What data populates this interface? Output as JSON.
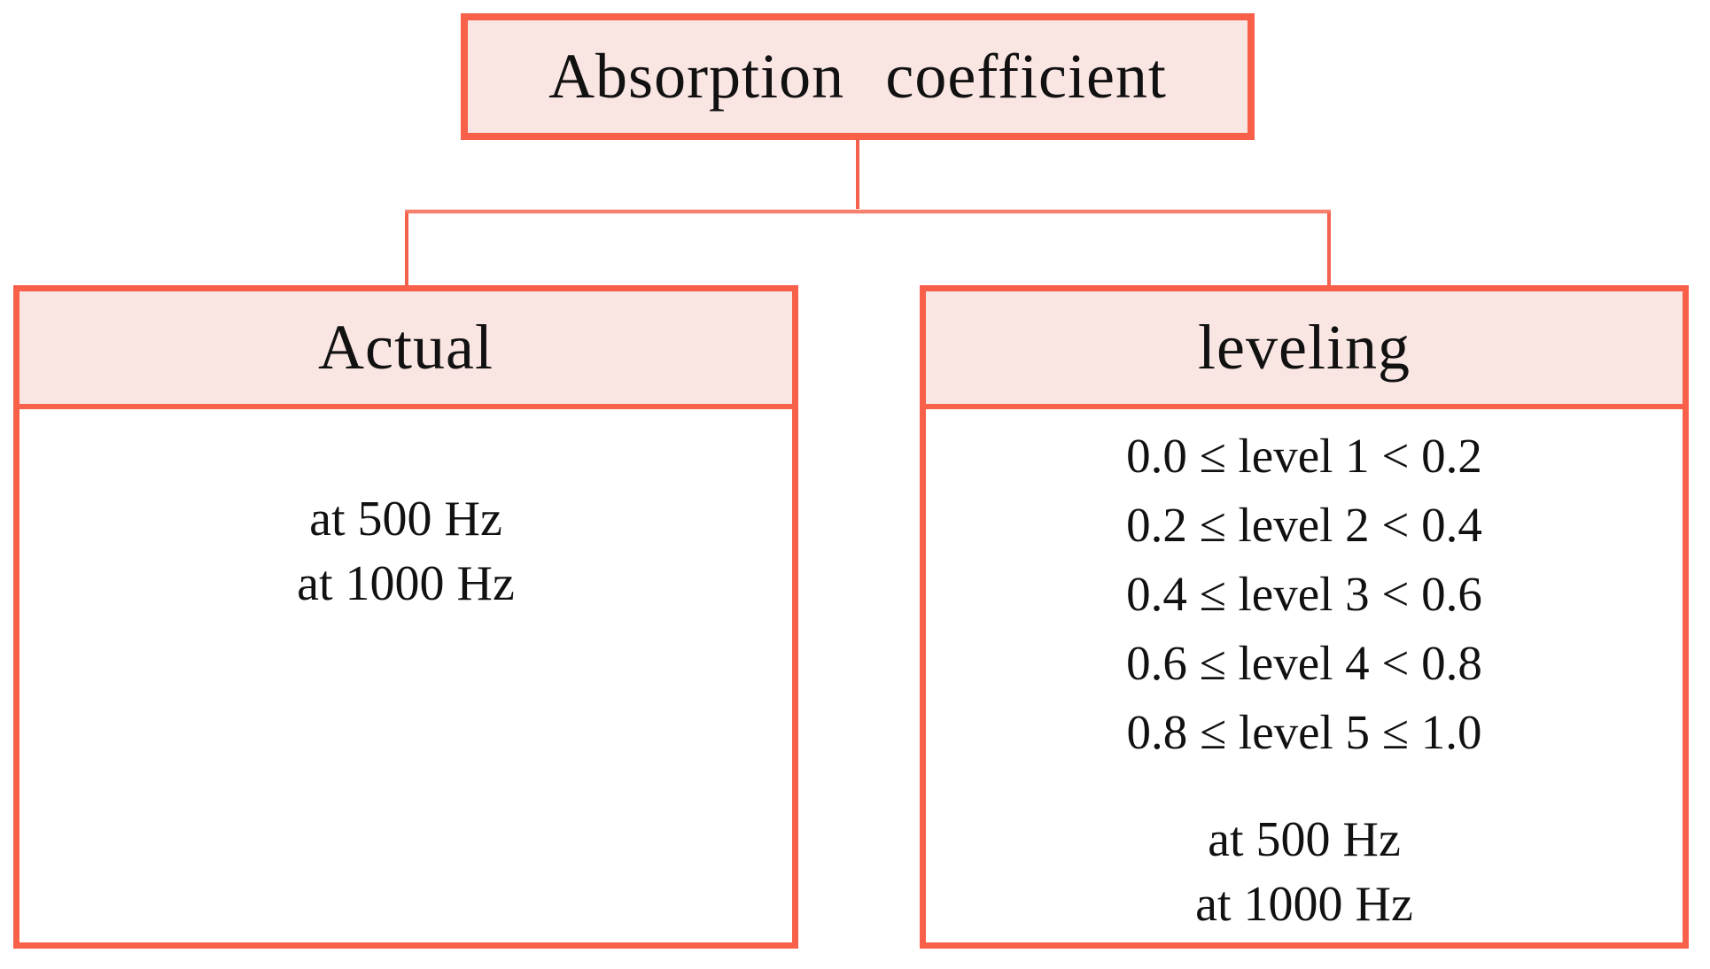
{
  "diagram": {
    "root": {
      "title": "Absorption coefficient"
    },
    "actual": {
      "label": "Actual",
      "frequencies": [
        "at 500 Hz",
        "at 1000 Hz"
      ]
    },
    "leveling": {
      "label": "leveling",
      "ranges": [
        "0.0 ≤ level 1 < 0.2",
        "0.2 ≤ level 2 < 0.4",
        "0.4 ≤ level 3 < 0.6",
        "0.6 ≤ level 4 < 0.8",
        "0.8 ≤ level 5 ≤ 1.0"
      ],
      "frequencies": [
        "at 500 Hz",
        "at 1000 Hz"
      ]
    },
    "colors": {
      "box_border": "#f9604a",
      "box_fill": "#f9e5e2",
      "connector": "#f4614d",
      "text": "#111111",
      "background": "#ffffff"
    }
  }
}
